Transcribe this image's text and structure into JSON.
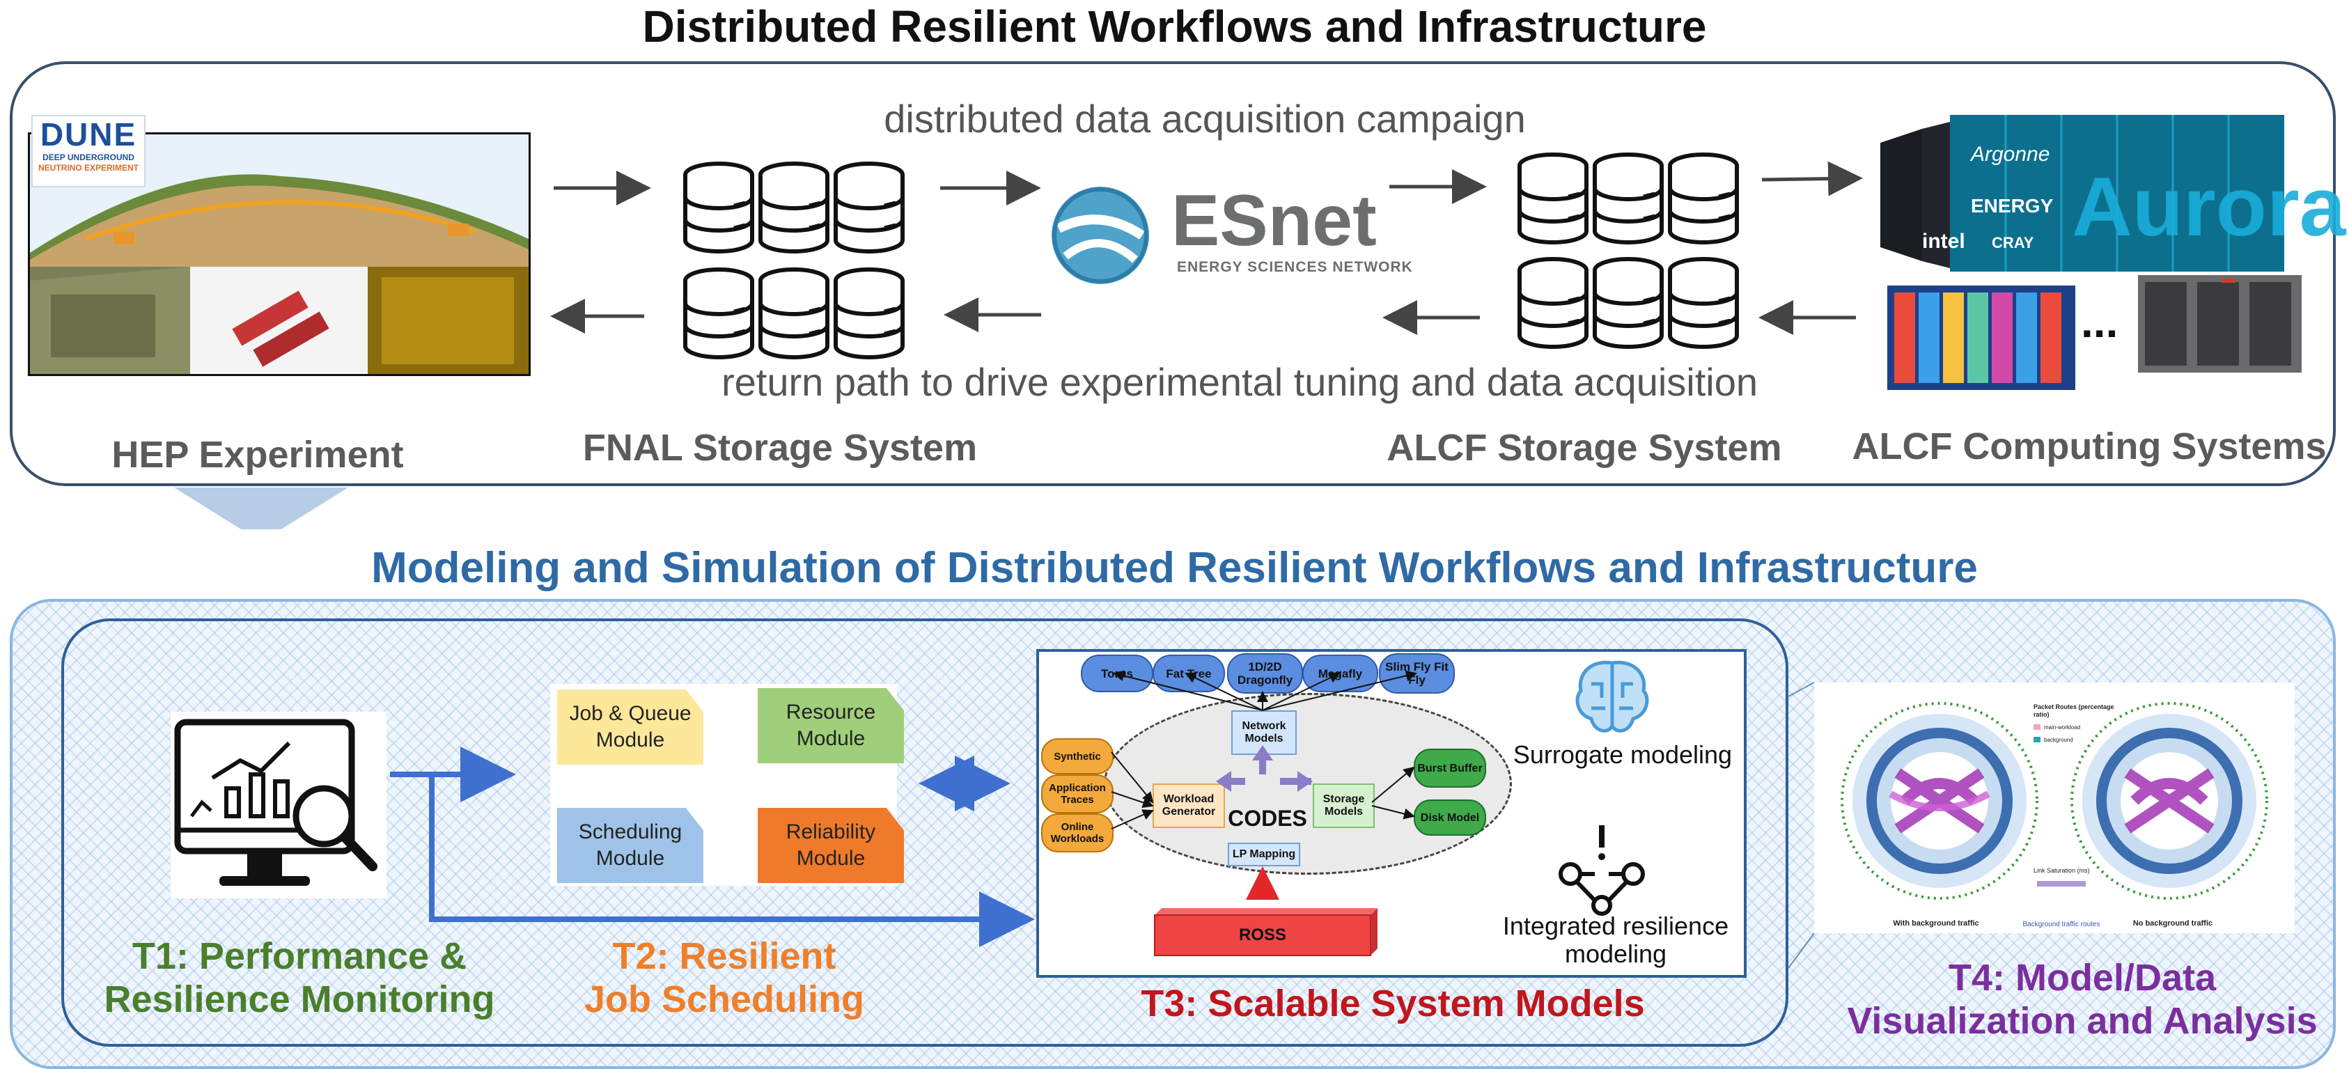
{
  "title": "Distributed Resilient Workflows and Infrastructure",
  "top": {
    "flow_forward": "distributed data acquisition campaign",
    "flow_return": "return path to drive experimental tuning and data acquisition",
    "stages": [
      {
        "label": "HEP Experiment"
      },
      {
        "label": "FNAL Storage System"
      },
      {
        "label": "ALCF Storage System"
      },
      {
        "label": "ALCF Computing Systems"
      }
    ],
    "dune_logo": {
      "name": "DUNE",
      "line1": "DEEP UNDERGROUND",
      "line2": "NEUTRINO EXPERIMENT"
    },
    "esnet_logo": {
      "name": "ESnet",
      "tagline": "ENERGY SCIENCES NETWORK"
    },
    "aurora": {
      "brand": "Aurora",
      "sub1": "Argonne",
      "sub2": "ENERGY",
      "sub3": "intel",
      "sub4": "CRAY"
    },
    "ellipsis": "..."
  },
  "subtitle": "Modeling and Simulation of Distributed Resilient Workflows and Infrastructure",
  "tasks": {
    "t1": {
      "line1": "T1: Performance &",
      "line2": "Resilience Monitoring",
      "color": "#4a7f2c"
    },
    "t2": {
      "line1": "T2:  Resilient",
      "line2": "Job Scheduling",
      "color": "#ef7f2a"
    },
    "t3": {
      "line1": "T3: Scalable System Models",
      "color": "#c0161c"
    },
    "t4": {
      "line1": "T4: Model/Data",
      "line2": "Visualization and Analysis",
      "color": "#7b2f9e"
    }
  },
  "modules": [
    {
      "label": "Job & Queue Module",
      "color": "#fde79a"
    },
    {
      "label": "Resource Module",
      "color": "#9fcf7a"
    },
    {
      "label": "Scheduling Module",
      "color": "#9fc3e8"
    },
    {
      "label": "Reliability Module",
      "color": "#ee7a2a"
    }
  ],
  "codes": {
    "networks": [
      "Torus",
      "Fat Tree",
      "1D/2D Dragonfly",
      "Megafly",
      "Slim Fly Fit Fly"
    ],
    "network_models": "Network Models",
    "workloads": [
      "Synthetic",
      "Application Traces",
      "Online Workloads"
    ],
    "workload_generator": "Workload Generator",
    "center": "CODES",
    "storage_models": "Storage Models",
    "storage": [
      "Burst Buffer",
      "Disk Model"
    ],
    "lp_mapping": "LP Mapping",
    "ross": "ROSS",
    "surrogate": "Surrogate modeling",
    "integrated_line1": "Integrated resilience",
    "integrated_line2": "modeling"
  },
  "viz": {
    "legend_title": "Packet Routes (percentage ratio)",
    "legend_items": [
      "main-workload",
      "background"
    ],
    "caption_left": "With background traffic",
    "caption_mid": "Background traffic routes",
    "caption_right": "No background traffic",
    "link_label": "Link Saturation (ms)"
  }
}
